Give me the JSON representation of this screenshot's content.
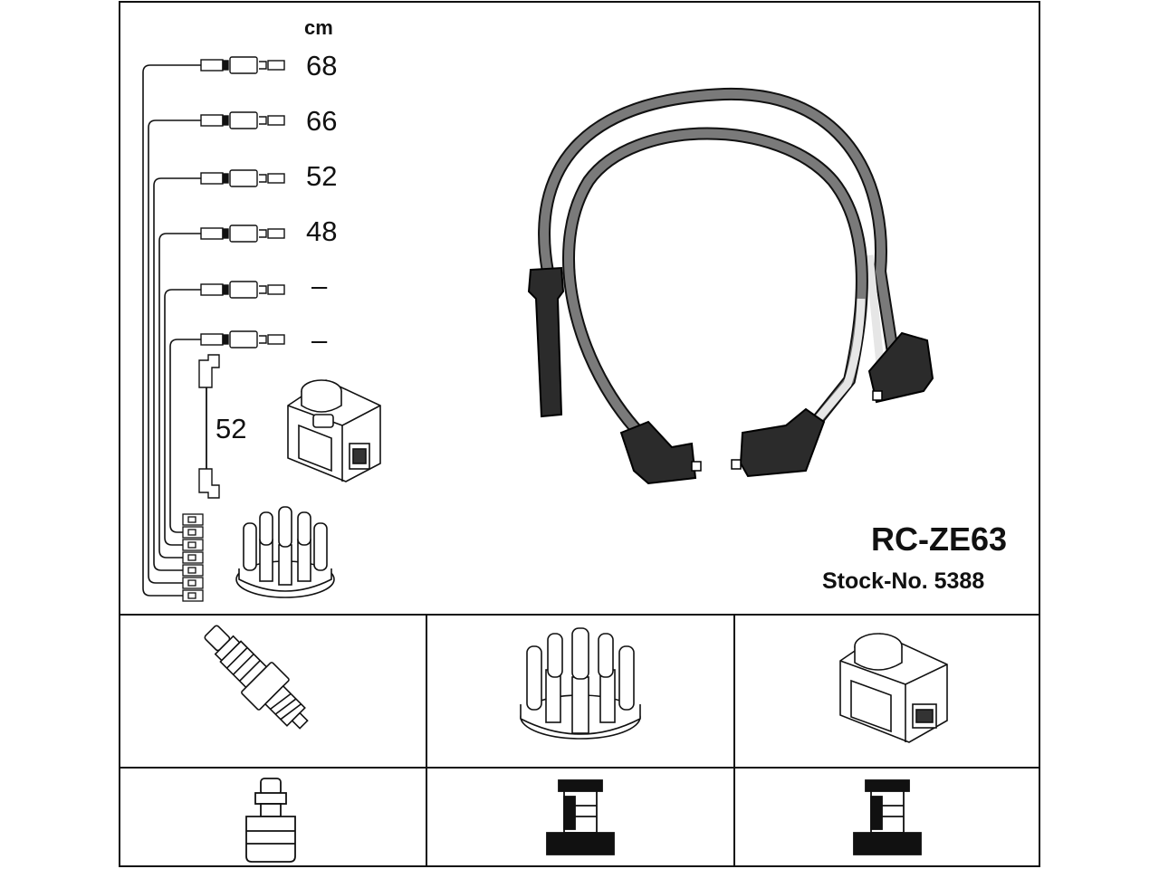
{
  "header": {
    "unit": "cm"
  },
  "cable_lengths": [
    "68",
    "66",
    "52",
    "48",
    "–",
    "–"
  ],
  "coil_lead_length": "52",
  "product": {
    "model": "RC-ZE63",
    "stock_label": "Stock-No. 5388"
  },
  "icons": {
    "spark_plug": "spark-plug-icon",
    "distributor_cap": "distributor-cap-icon",
    "ignition_coil": "ignition-coil-icon",
    "plug_terminal": "plug-terminal-icon",
    "cap_terminal": "distributor-terminal-icon",
    "coil_terminal": "coil-terminal-icon"
  },
  "colors": {
    "line": "#111111",
    "cable": "#707070",
    "boot": "#2b2b2b",
    "background": "#ffffff"
  }
}
